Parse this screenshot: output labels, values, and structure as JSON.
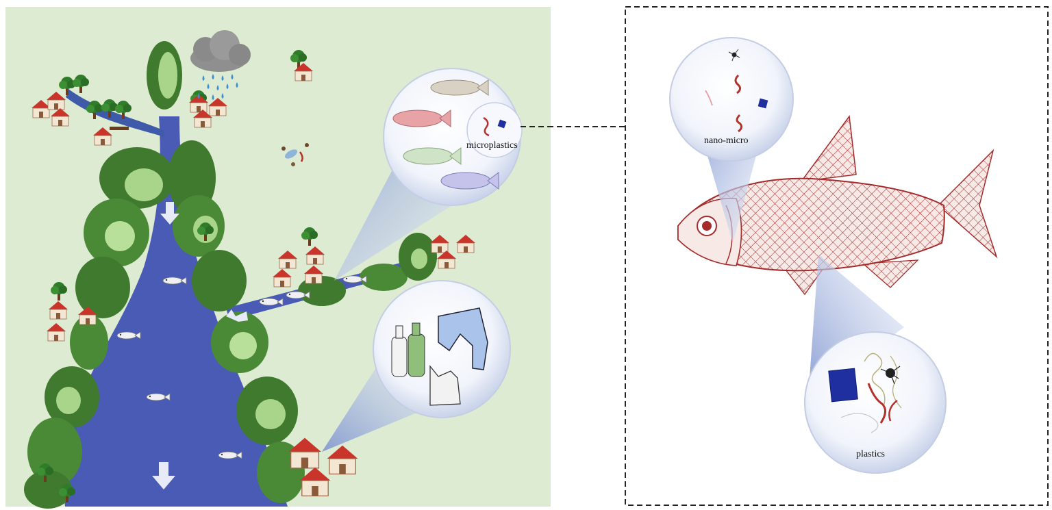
{
  "labels": {
    "microplastics": "microplastics",
    "nano_micro": "nano-micro",
    "plastics": "plastics"
  },
  "colors": {
    "background": "#dcebd2",
    "river": "#4a5bb6",
    "forest_dark": "#3f7a2e",
    "forest_light": "#a9d58b",
    "roof": "#c9352b",
    "fish_red": "#a52a2a",
    "dashed_box": "#222222"
  }
}
